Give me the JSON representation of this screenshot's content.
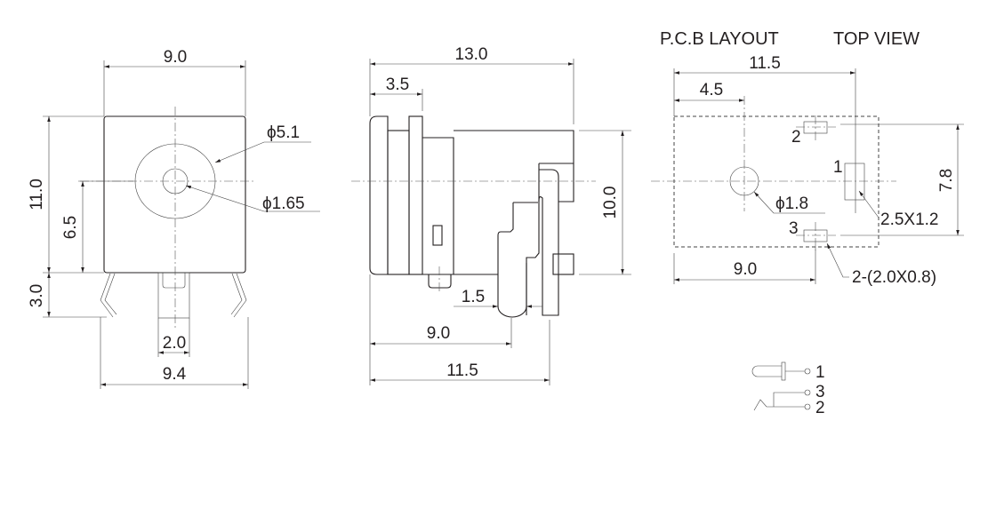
{
  "front_view": {
    "width": "9.0",
    "height": "11.0",
    "center_height": "6.5",
    "pin_length": "3.0",
    "outer_diameter": "ϕ5.1",
    "pin_diameter": "ϕ1.65",
    "center_pin_width": "2.0",
    "lead_span": "9.4"
  },
  "side_view": {
    "length": "13.0",
    "flange": "3.5",
    "height": "10.0",
    "pin_width": "1.5",
    "pin1_offset": "9.0",
    "pin2_offset": "11.5"
  },
  "pcb_layout": {
    "title": "P.C.B LAYOUT",
    "subtitle": "TOP VIEW",
    "overall": "11.5",
    "hole_offset": "4.5",
    "pad_span": "7.8",
    "pad_offset": "9.0",
    "hole_diameter": "ϕ1.8",
    "pad1_size": "2.5X1.2",
    "pad23_size": "2-(2.0X0.8)",
    "pads": [
      "1",
      "2",
      "3"
    ]
  },
  "schematic": {
    "pins": [
      "1",
      "3",
      "2"
    ]
  }
}
